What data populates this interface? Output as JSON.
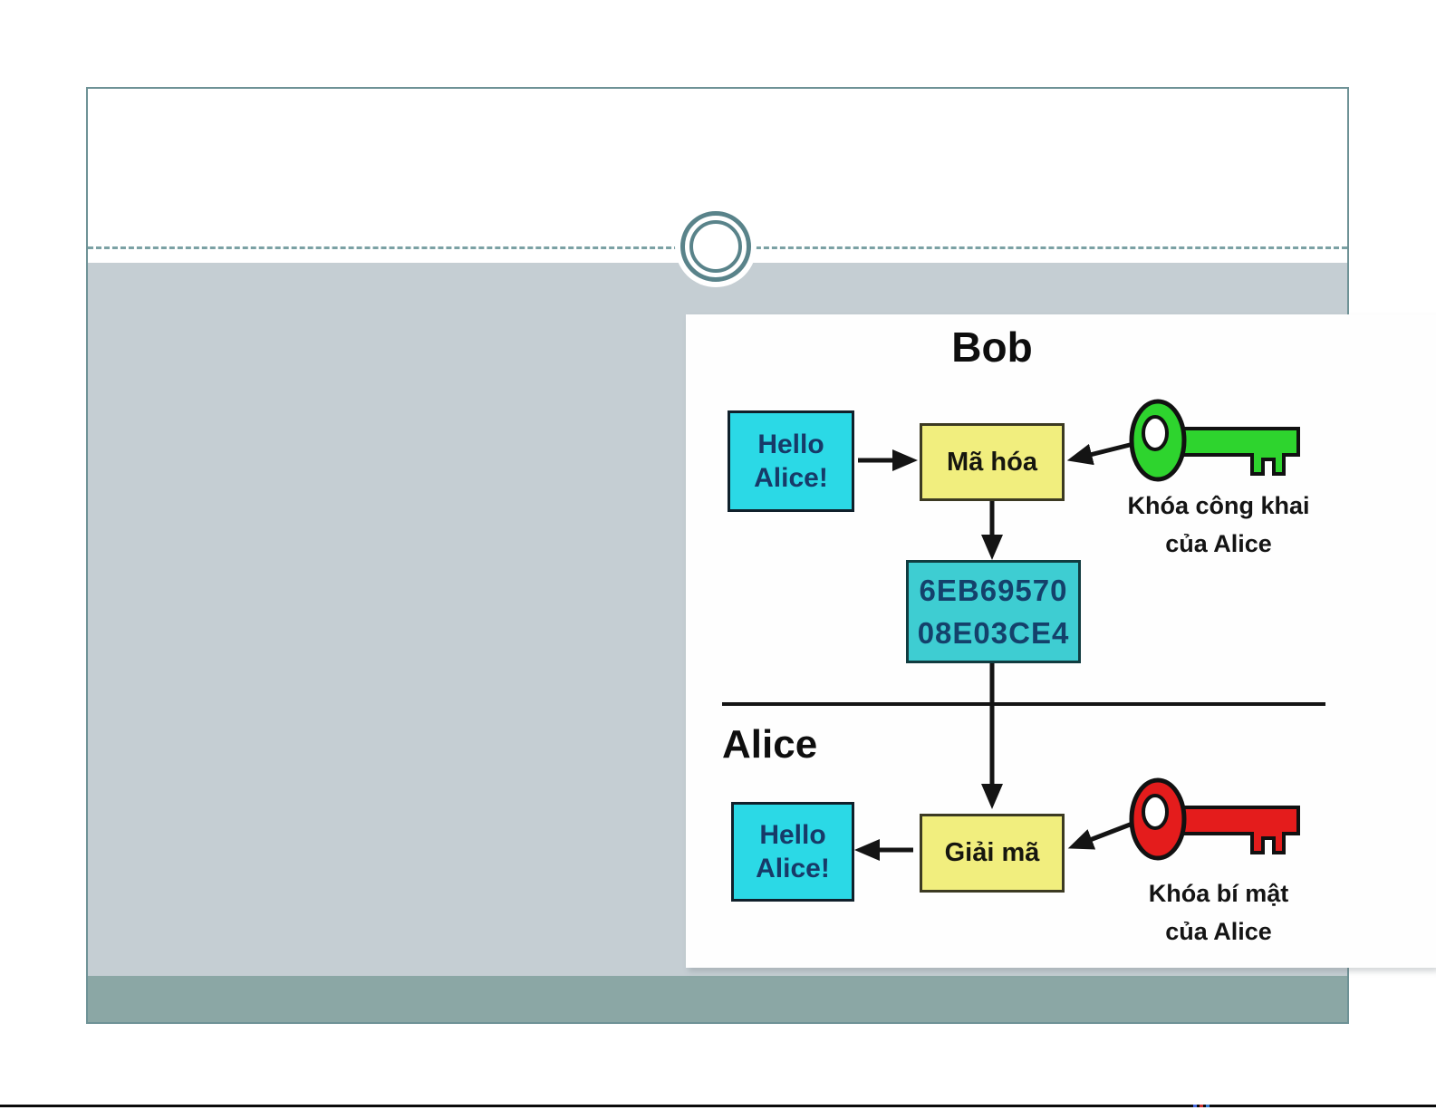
{
  "slide": {
    "accent_color": "#59838a",
    "border_color": "#6e9296",
    "content_bg": "#c5ced3",
    "footer_bar_color": "#8ba7a5"
  },
  "diagram": {
    "sender_label": "Bob",
    "receiver_label": "Alice",
    "plaintext_top": {
      "line1": "Hello",
      "line2": "Alice!"
    },
    "encrypt_box_label": "Mã hóa",
    "ciphertext": {
      "line1": "6EB69570",
      "line2": "08E03CE4"
    },
    "decrypt_box_label": "Giải mã",
    "plaintext_bottom": {
      "line1": "Hello",
      "line2": "Alice!"
    },
    "public_key_caption": {
      "line1": "Khóa công khai",
      "line2": "của Alice"
    },
    "private_key_caption": {
      "line1": "Khóa bí mật",
      "line2": "của Alice"
    },
    "colors": {
      "plaintext_box": "#2bd9e6",
      "ciphertext_box": "#3ecdd2",
      "process_box": "#f1ee7e",
      "public_key": "#2ed42e",
      "private_key": "#e41c1c",
      "box_text": "#173a68",
      "arrow": "#141414"
    }
  }
}
